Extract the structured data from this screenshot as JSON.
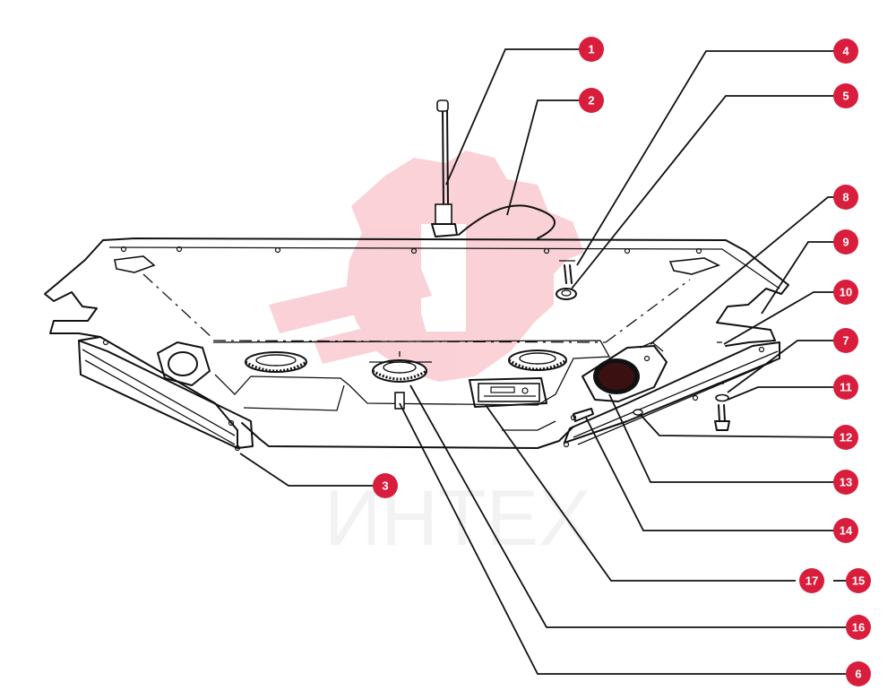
{
  "watermark": {
    "text": "ИНТЕХ",
    "logo_color": "#e8334a",
    "text_color": "#c9c9c9"
  },
  "badge_color": "#d81e3c",
  "callouts": [
    {
      "id": "c1",
      "label": "1"
    },
    {
      "id": "c2",
      "label": "2"
    },
    {
      "id": "c3",
      "label": "3"
    },
    {
      "id": "c4",
      "label": "4"
    },
    {
      "id": "c5",
      "label": "5"
    },
    {
      "id": "c6",
      "label": "6"
    },
    {
      "id": "c7",
      "label": "7"
    },
    {
      "id": "c8",
      "label": "8"
    },
    {
      "id": "c9",
      "label": "9"
    },
    {
      "id": "c10",
      "label": "10"
    },
    {
      "id": "c11",
      "label": "11"
    },
    {
      "id": "c12",
      "label": "12"
    },
    {
      "id": "c13",
      "label": "13"
    },
    {
      "id": "c14",
      "label": "14"
    },
    {
      "id": "c15",
      "label": "15"
    },
    {
      "id": "c16",
      "label": "16"
    },
    {
      "id": "c17",
      "label": "17"
    }
  ]
}
